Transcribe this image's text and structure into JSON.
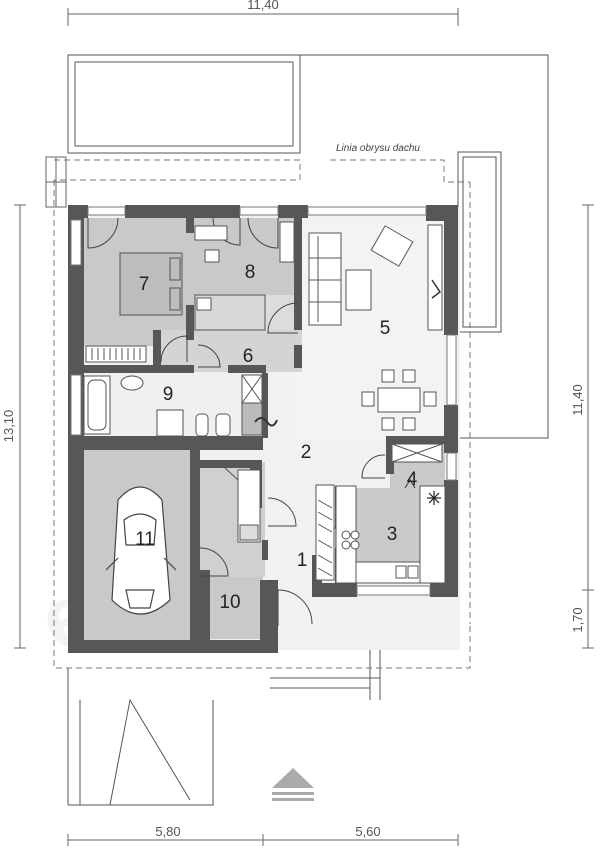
{
  "dimensions": {
    "top_width": "11,40",
    "left_height": "13,10",
    "right_upper": "11,40",
    "right_lower": "1,70",
    "bottom_left": "5,80",
    "bottom_right": "5,60"
  },
  "roof_outline_label": "Linia obrysu dachu",
  "watermark": "extradom",
  "rooms": [
    {
      "id": "room-1",
      "number": "1"
    },
    {
      "id": "room-2",
      "number": "2"
    },
    {
      "id": "room-3",
      "number": "3"
    },
    {
      "id": "room-4",
      "number": "4"
    },
    {
      "id": "room-5",
      "number": "5"
    },
    {
      "id": "room-6",
      "number": "6"
    },
    {
      "id": "room-7",
      "number": "7"
    },
    {
      "id": "room-8",
      "number": "8"
    },
    {
      "id": "room-9",
      "number": "9"
    },
    {
      "id": "room-10",
      "number": "10"
    },
    {
      "id": "room-11",
      "number": "11"
    }
  ],
  "colors": {
    "wall": "#575757",
    "floor_gray": "#c9c9c9",
    "floor_light": "#ececec",
    "line": "#777777"
  }
}
